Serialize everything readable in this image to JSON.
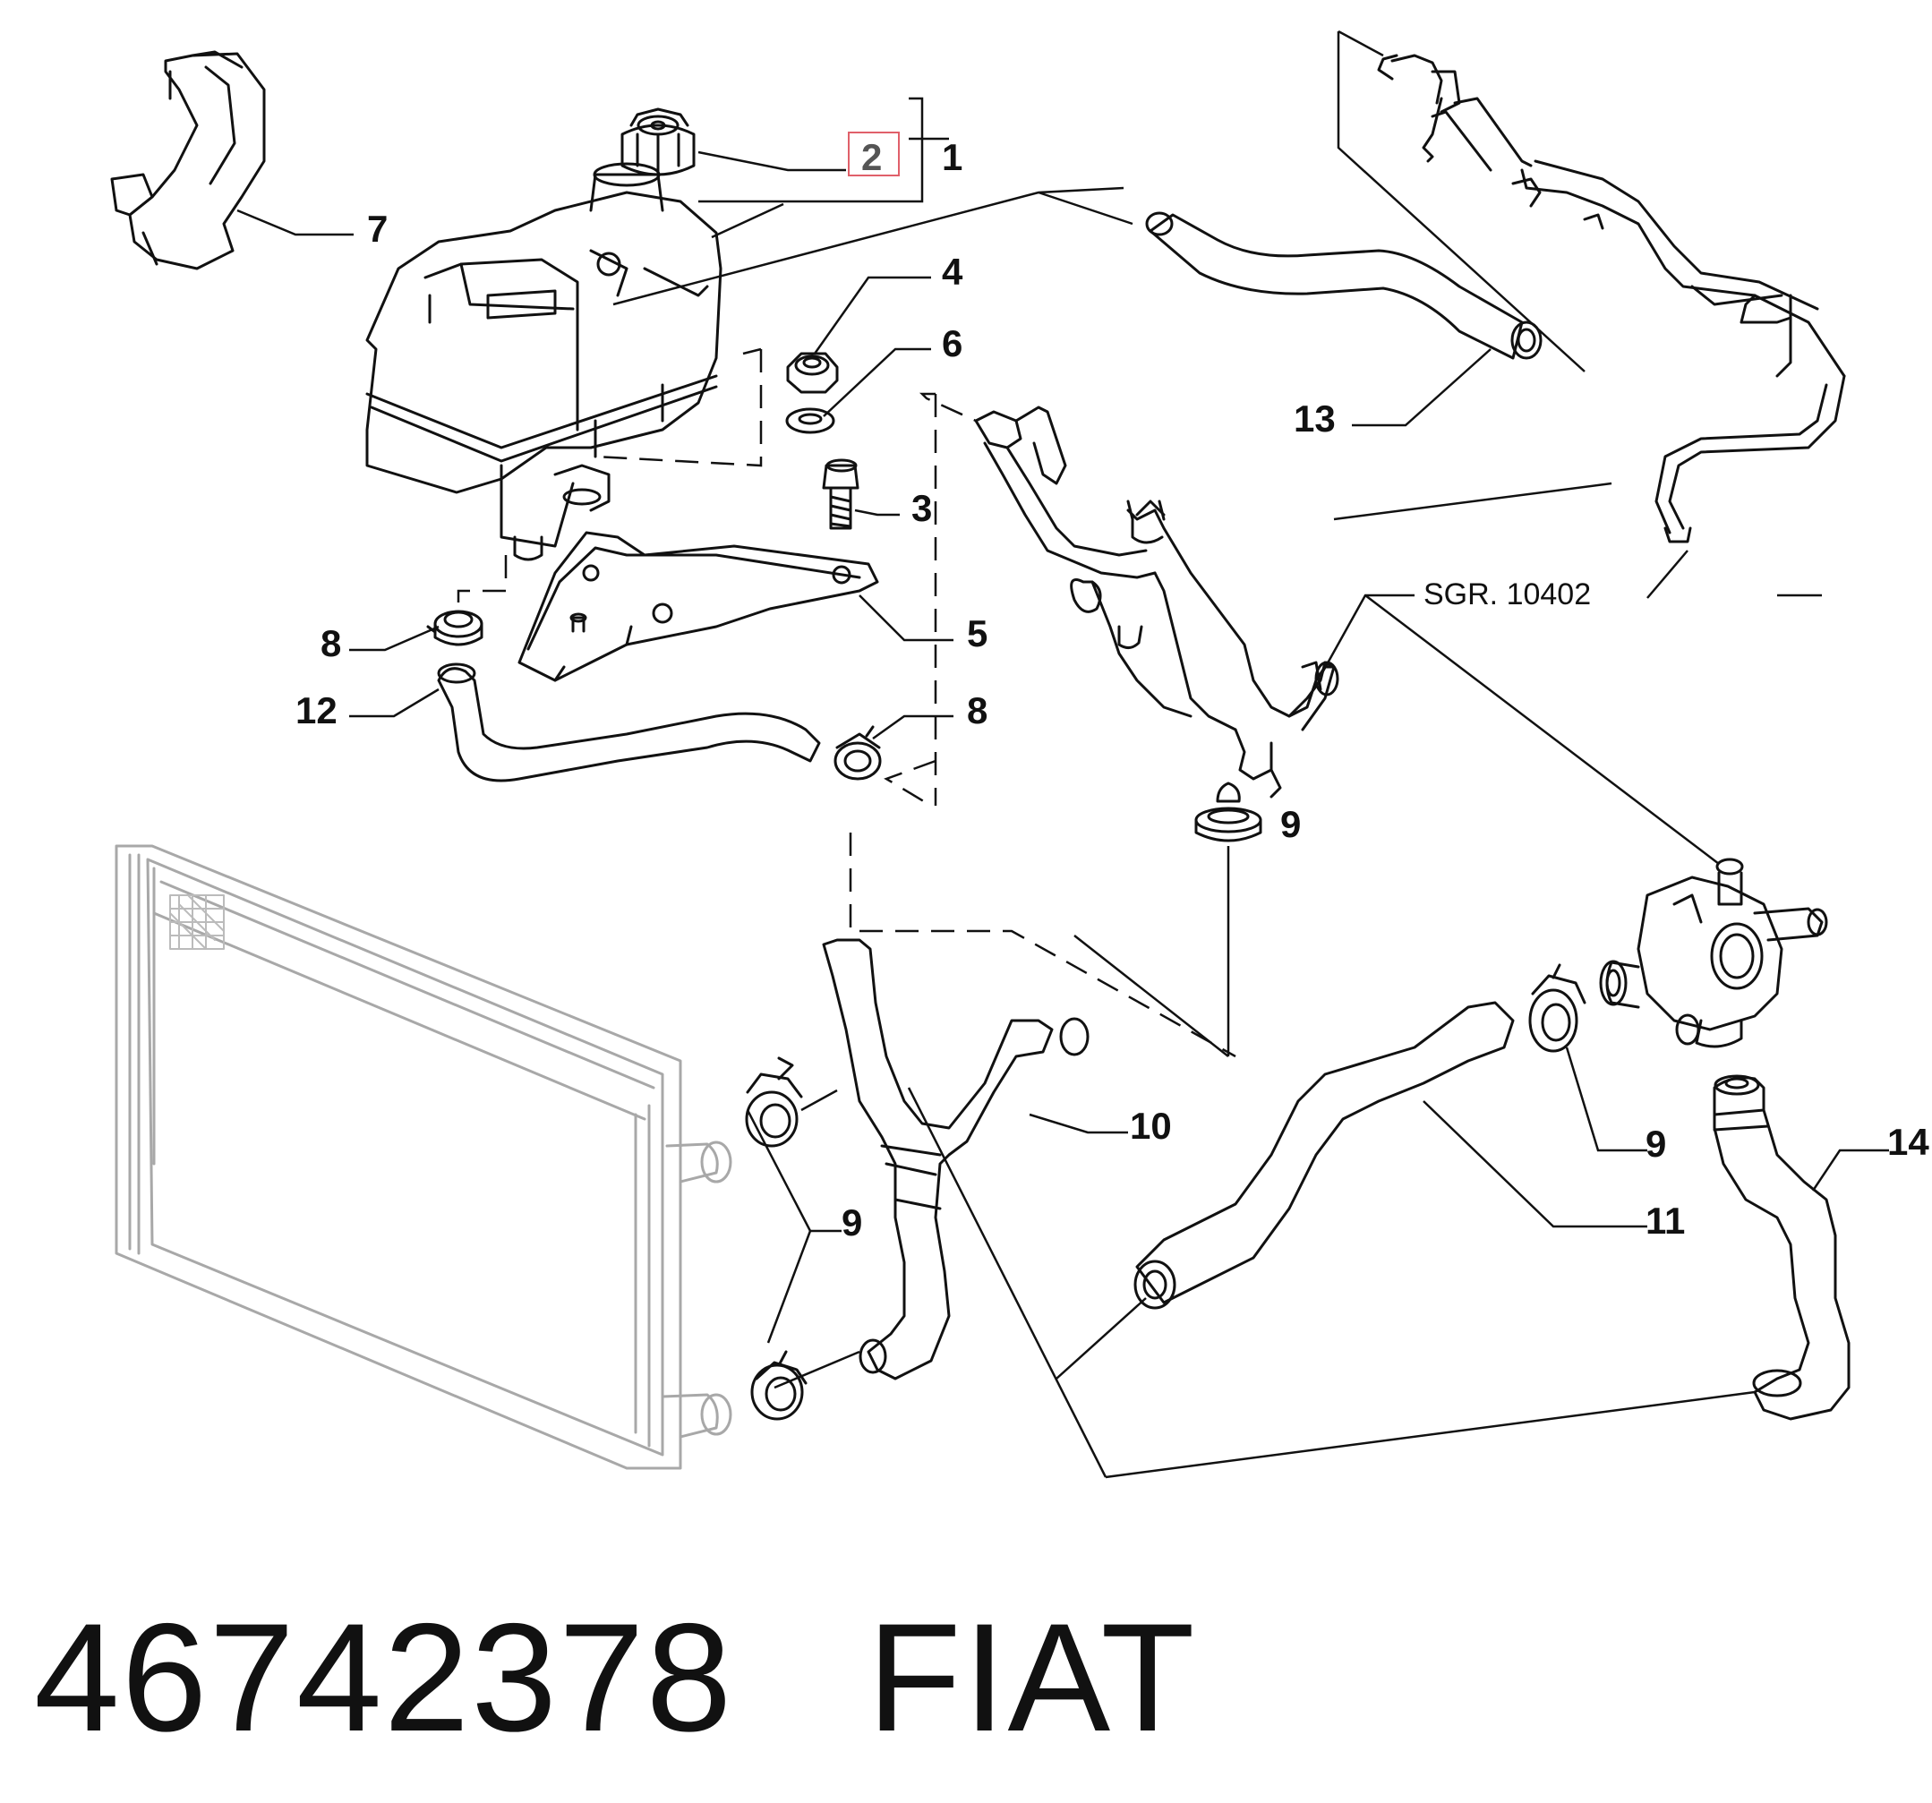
{
  "callouts": {
    "c1": "1",
    "c2": "2",
    "c3": "3",
    "c4": "4",
    "c5": "5",
    "c6": "6",
    "c7": "7",
    "c8a": "8",
    "c8b": "8",
    "c9a": "9",
    "c9b": "9",
    "c9c": "9",
    "c10": "10",
    "c11": "11",
    "c12": "12",
    "c13": "13",
    "c14": "14"
  },
  "reference": "SGR. 10402",
  "highlight_color": "#e0606a",
  "footer": {
    "part_number": "46742378",
    "brand": "FIAT"
  }
}
